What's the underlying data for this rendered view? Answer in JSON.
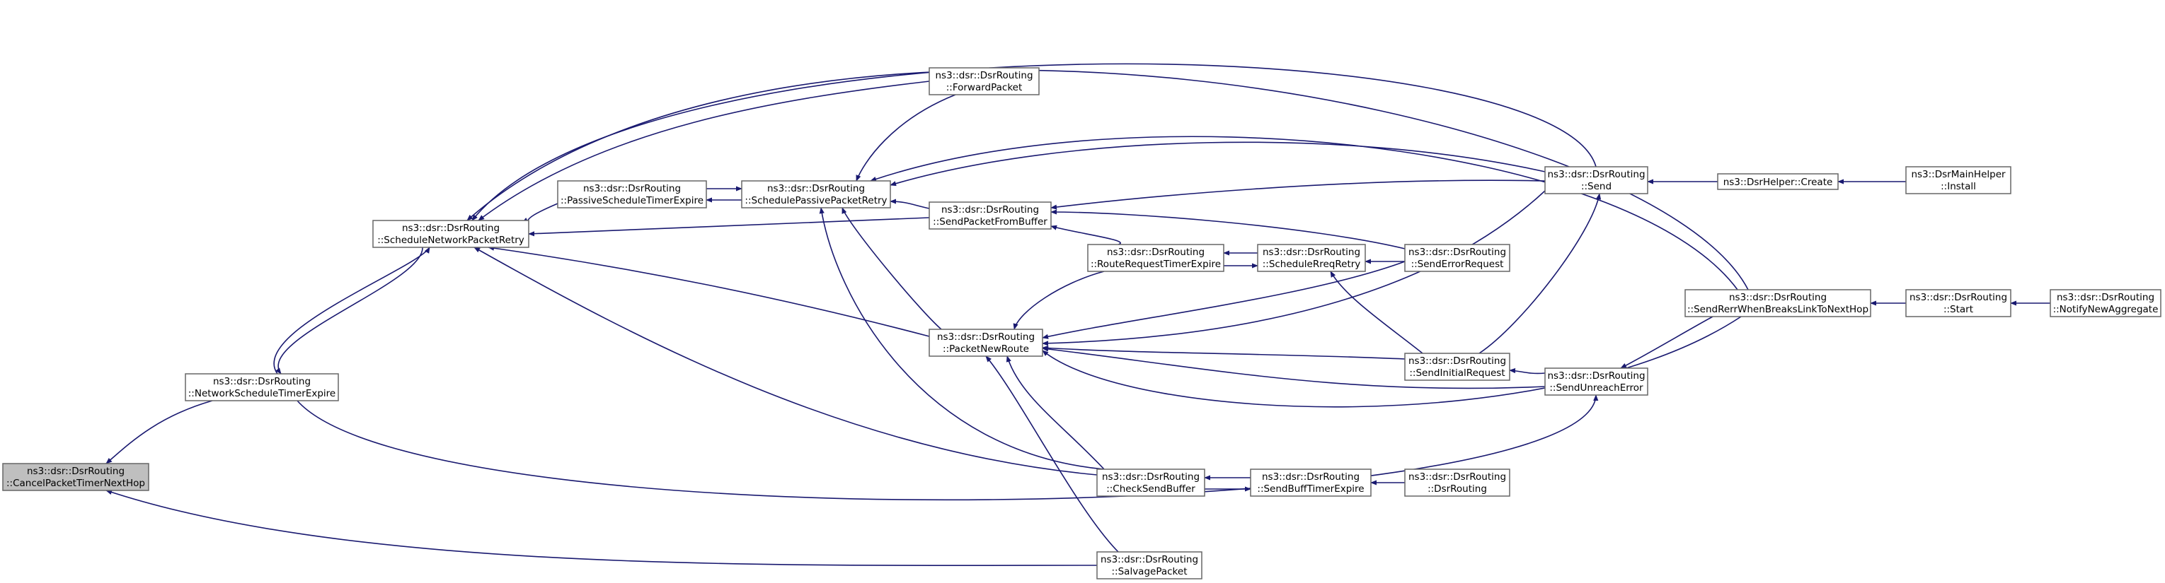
{
  "colors": {
    "edge": "#191970",
    "node_fill": "#ffffff",
    "highlight_fill": "#bfbfbf",
    "node_border": "#666666"
  },
  "nodes": [
    {
      "id": "cancel",
      "line1": "ns3::dsr::DsrRouting",
      "line2": "::CancelPacketTimerNextHop",
      "highlight": true
    },
    {
      "id": "netsched",
      "line1": "ns3::dsr::DsrRouting",
      "line2": "::NetworkScheduleTimerExpire"
    },
    {
      "id": "salvage",
      "line1": "ns3::dsr::DsrRouting",
      "line2": "::SalvagePacket"
    },
    {
      "id": "schednet",
      "line1": "ns3::dsr::DsrRouting",
      "line2": "::ScheduleNetworkPacketRetry"
    },
    {
      "id": "unreach",
      "line1": "ns3::dsr::DsrRouting",
      "line2": "::SendUnreachError"
    },
    {
      "id": "passive",
      "line1": "ns3::dsr::DsrRouting",
      "line2": "::PassiveScheduleTimerExpire"
    },
    {
      "id": "forward",
      "line1": "ns3::dsr::DsrRouting",
      "line2": "::ForwardPacket"
    },
    {
      "id": "schedpassive",
      "line1": "ns3::dsr::DsrRouting",
      "line2": "::SchedulePassivePacketRetry"
    },
    {
      "id": "sendfrombuf",
      "line1": "ns3::dsr::DsrRouting",
      "line2": "::SendPacketFromBuffer"
    },
    {
      "id": "pnr",
      "line1": "ns3::dsr::DsrRouting",
      "line2": "::PacketNewRoute"
    },
    {
      "id": "checkbuf",
      "line1": "ns3::dsr::DsrRouting",
      "line2": "::CheckSendBuffer"
    },
    {
      "id": "send",
      "line1": "ns3::dsr::DsrRouting",
      "line2": "::Send"
    },
    {
      "id": "rrte",
      "line1": "ns3::dsr::DsrRouting",
      "line2": "::RouteRequestTimerExpire"
    },
    {
      "id": "srr",
      "line1": "ns3::dsr::DsrRouting",
      "line2": "::ScheduleRreqRetry"
    },
    {
      "id": "serr",
      "line1": "ns3::dsr::DsrRouting",
      "line2": "::SendErrorRequest"
    },
    {
      "id": "sir",
      "line1": "ns3::dsr::DsrRouting",
      "line2": "::SendInitialRequest"
    },
    {
      "id": "sbte",
      "line1": "ns3::dsr::DsrRouting",
      "line2": "::SendBuffTimerExpire"
    },
    {
      "id": "ctor",
      "line1": "ns3::dsr::DsrRouting",
      "line2": "::DsrRouting"
    },
    {
      "id": "srrwbl",
      "line1": "ns3::dsr::DsrRouting",
      "line2": "::SendRerrWhenBreaksLinkToNextHop"
    },
    {
      "id": "create",
      "line1": "ns3::DsrHelper::Create",
      "line2": ""
    },
    {
      "id": "install",
      "line1": "ns3::DsrMainHelper",
      "line2": "::Install"
    },
    {
      "id": "start",
      "line1": "ns3::dsr::DsrRouting",
      "line2": "::Start"
    },
    {
      "id": "nna",
      "line1": "ns3::dsr::DsrRouting",
      "line2": "::NotifyNewAggregate"
    }
  ],
  "edges": [
    {
      "from": "netsched",
      "to": "cancel"
    },
    {
      "from": "salvage",
      "to": "cancel"
    },
    {
      "from": "schednet",
      "to": "netsched"
    },
    {
      "from": "unreach",
      "to": "netsched"
    },
    {
      "from": "netsched",
      "to": "schednet"
    },
    {
      "from": "passive",
      "to": "schednet"
    },
    {
      "from": "forward",
      "to": "schednet"
    },
    {
      "from": "sendfrombuf",
      "to": "schednet"
    },
    {
      "from": "pnr",
      "to": "schednet"
    },
    {
      "from": "checkbuf",
      "to": "schednet"
    },
    {
      "from": "send",
      "to": "schednet"
    },
    {
      "from": "srrwbl",
      "to": "schednet"
    },
    {
      "from": "schedpassive",
      "to": "passive"
    },
    {
      "from": "passive",
      "to": "schedpassive"
    },
    {
      "from": "forward",
      "to": "schedpassive"
    },
    {
      "from": "sendfrombuf",
      "to": "schedpassive"
    },
    {
      "from": "pnr",
      "to": "schedpassive"
    },
    {
      "from": "checkbuf",
      "to": "schedpassive"
    },
    {
      "from": "send",
      "to": "schedpassive"
    },
    {
      "from": "srrwbl",
      "to": "schedpassive"
    },
    {
      "from": "send",
      "to": "sendfrombuf"
    },
    {
      "from": "serr",
      "to": "sendfrombuf"
    },
    {
      "from": "rrte",
      "to": "sendfrombuf"
    },
    {
      "from": "rrte",
      "to": "pnr"
    },
    {
      "from": "serr",
      "to": "pnr"
    },
    {
      "from": "send",
      "to": "pnr"
    },
    {
      "from": "sir",
      "to": "pnr"
    },
    {
      "from": "unreach",
      "to": "pnr"
    },
    {
      "from": "srrwbl",
      "to": "pnr"
    },
    {
      "from": "checkbuf",
      "to": "pnr"
    },
    {
      "from": "salvage",
      "to": "pnr"
    },
    {
      "from": "srr",
      "to": "rrte"
    },
    {
      "from": "rrte",
      "to": "srr"
    },
    {
      "from": "serr",
      "to": "srr"
    },
    {
      "from": "sir",
      "to": "srr"
    },
    {
      "from": "create",
      "to": "send"
    },
    {
      "from": "install",
      "to": "create"
    },
    {
      "from": "sir",
      "to": "send"
    },
    {
      "from": "unreach",
      "to": "sir"
    },
    {
      "from": "srrwbl",
      "to": "unreach"
    },
    {
      "from": "start",
      "to": "srrwbl"
    },
    {
      "from": "nna",
      "to": "start"
    },
    {
      "from": "sbte",
      "to": "checkbuf"
    },
    {
      "from": "checkbuf",
      "to": "sbte"
    },
    {
      "from": "ctor",
      "to": "sbte"
    }
  ]
}
